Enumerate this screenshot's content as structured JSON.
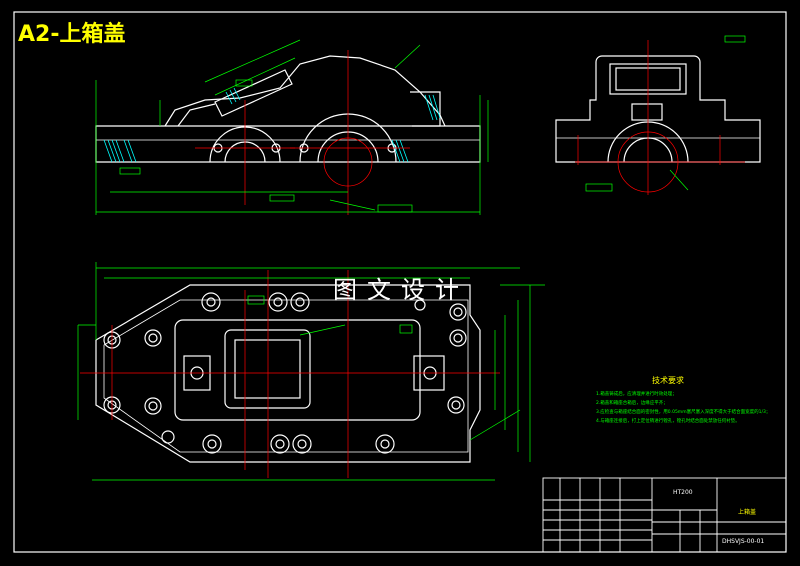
{
  "sheet": {
    "title": "A2-上箱盖"
  },
  "watermark": "图文设计",
  "colors": {
    "background": "#000000",
    "outline": "#ffffff",
    "dimension": "#00ff00",
    "centerline": "#ff0000",
    "hatch": "#00ffff",
    "title": "#ffff00"
  },
  "tech_notes": {
    "title": "技术要求",
    "items": [
      "1.箱盖铸成后，应清理并进行时效处理；",
      "2.箱盖和箱座合箱后，边缘应平齐；",
      "3.应检查与箱座结合面的密封性，用0.05mm塞尺塞入深度不得大于结合面宽度的1/3；",
      "4.与箱座连接后，打上定位销进行镗孔，镗孔时结合面处禁放任何衬垫。"
    ]
  },
  "title_block": {
    "model": "HT200",
    "part_name": "上箱盖",
    "drawing_no": "DHSVJS-00-01"
  }
}
